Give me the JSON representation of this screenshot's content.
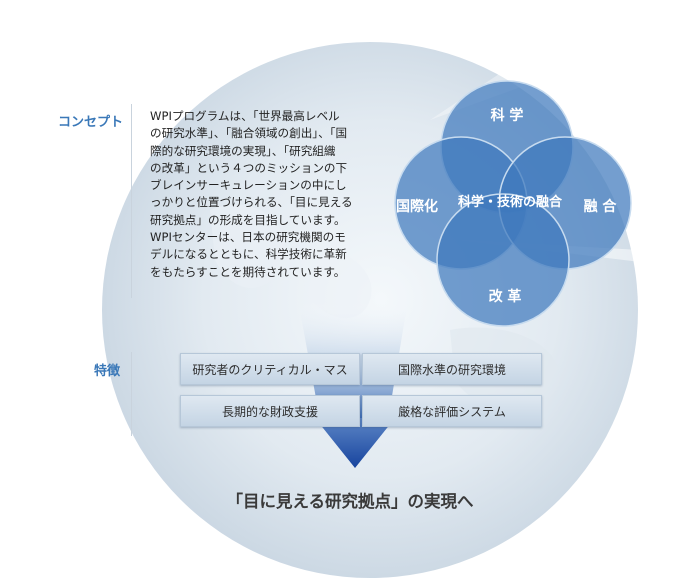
{
  "labels": {
    "concept": "コンセプト",
    "features": "特徴"
  },
  "concept_text": "WPIプログラムは、「世界最高レベル\nの研究水準」、「融合領域の創出」、「国\n際的な研究環境の実現」、「研究組織\nの改革」という４つのミッションの下\nブレインサーキュレーションの中にし\nっかりと位置づけられる、「目に見える\n研究拠点」の形成を目指しています。\nWPIセンターは、日本の研究機関のモ\nデルになるとともに、科学技術に革新\nをもたらすことを期待されています。",
  "venn": {
    "top": "科 学",
    "left": "国際化",
    "right": "融 合",
    "bottom": "改 革",
    "center": "科学・技術の融合"
  },
  "features": [
    "研究者のクリティカル・マス",
    "国際水準の研究環境",
    "長期的な財政支援",
    "厳格な評価システム"
  ],
  "result_title": "「目に見える研究拠点」の実現へ",
  "colors": {
    "label_blue": "#3a78b8",
    "circle_blue": "#4f86c4",
    "arrow_blue": "#1f4fa8"
  }
}
